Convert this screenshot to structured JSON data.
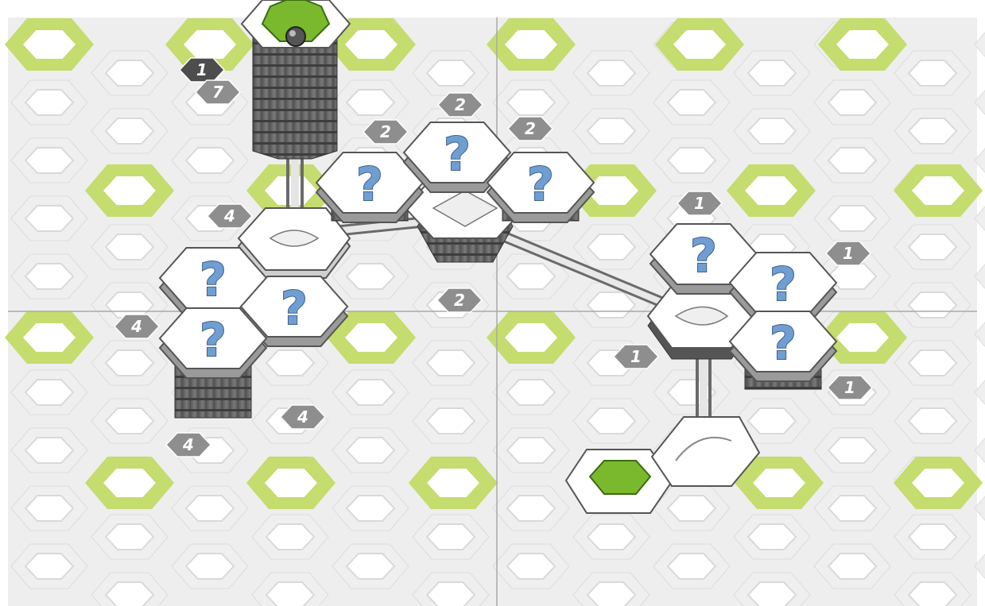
{
  "board": {
    "colors": {
      "background": "#ffffff",
      "base_tile": "#efefef",
      "hole": "#ffffff",
      "hole_rim": "#d9d9d9",
      "highlight_hex": "#c5dc6e",
      "grid_line": "#b5b5b5",
      "tower_face": "#6b6b6b",
      "tower_stripe": "#4a4a4a",
      "piece_top": "#ffffff",
      "piece_edge": "#555555",
      "question": "#6f9fd2",
      "start_green": "#7ab82e",
      "badge_gray": "#8e8e8e",
      "badge_dark": "#4d4d4d"
    },
    "start_piece": {
      "icon": "launcher-start-icon"
    },
    "target_piece": {
      "icon": "landing-target-icon"
    },
    "unknown_tiles": [
      {
        "label": "?"
      },
      {
        "label": "?"
      },
      {
        "label": "?"
      },
      {
        "label": "?"
      },
      {
        "label": "?"
      },
      {
        "label": "?"
      },
      {
        "label": "?"
      },
      {
        "label": "?"
      },
      {
        "label": "?"
      }
    ],
    "height_badges": [
      {
        "label": "1",
        "tone": "dark"
      },
      {
        "label": "7",
        "tone": "gray"
      },
      {
        "label": "2",
        "tone": "gray"
      },
      {
        "label": "2",
        "tone": "gray"
      },
      {
        "label": "2",
        "tone": "gray"
      },
      {
        "label": "4",
        "tone": "gray"
      },
      {
        "label": "2",
        "tone": "gray"
      },
      {
        "label": "4",
        "tone": "gray"
      },
      {
        "label": "4",
        "tone": "gray"
      },
      {
        "label": "4",
        "tone": "gray"
      },
      {
        "label": "1",
        "tone": "gray"
      },
      {
        "label": "1",
        "tone": "gray"
      },
      {
        "label": "1",
        "tone": "gray"
      },
      {
        "label": "1",
        "tone": "gray"
      }
    ]
  }
}
